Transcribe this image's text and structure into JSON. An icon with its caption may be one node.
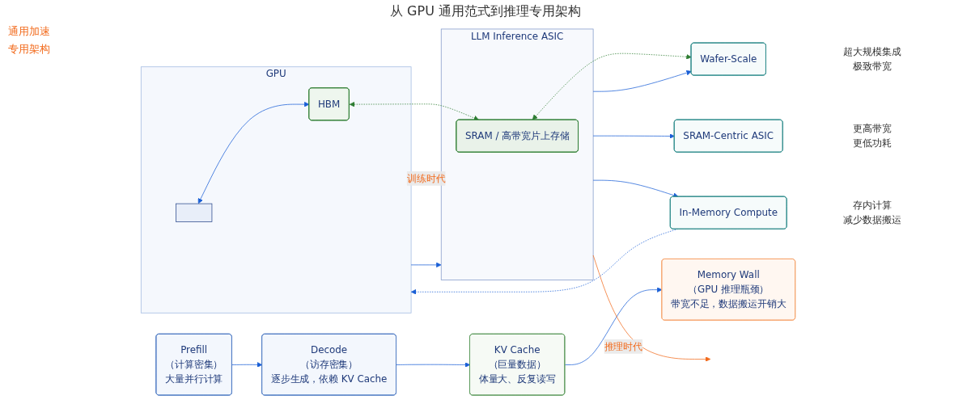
{
  "diagram": {
    "title": "从 GPU 通用范式到推理专用架构",
    "nodes": [
      {
        "text": [
          "GPU"
        ]
      },
      {
        "text": [],
        "shape": "box",
        "in": 0
      },
      {
        "text": [
          "HBM"
        ],
        "in": 0
      },
      {
        "text": [
          "LLM Inference ASIC"
        ]
      },
      {
        "text": [
          "SRAM / 高带宽片上存储"
        ],
        "in": 3
      },
      {
        "text": [
          "SRAM-Centric ASIC"
        ],
        "beside": [
          "更高带宽",
          "更低功耗"
        ]
      },
      {
        "text": [
          "Wafer-Scale"
        ],
        "beside": [
          "超大规模集成",
          "极致带宽"
        ]
      },
      {
        "text": [
          "In-Memory Compute"
        ],
        "beside": [
          "存内计算",
          "减少数据搬运"
        ]
      },
      {
        "text": [
          "Prefill",
          "（计算密集）",
          "大量并行计算"
        ]
      },
      {
        "text": [
          "Decode",
          "（访存密集）",
          "逐步生成，依赖 KV Cache"
        ]
      },
      {
        "text": [
          "KV Cache",
          "（巨量数据）",
          "体量大、反复读写"
        ]
      },
      {
        "text": [
          "Memory Wall",
          "（GPU 推理瓶颈）",
          "带宽不足，数据搬运开销大"
        ]
      }
    ],
    "edges": [
      {
        "from": 1,
        "to": 2,
        "arrow": "both"
      },
      {
        "from": 0,
        "to": 3,
        "arrow": "to",
        "label": "训练时代",
        "style": "dashed",
        "color": "#f26b1d"
      },
      {
        "from": 0,
        "to": 3,
        "arrow": "to"
      },
      {
        "from": 3,
        "to": null,
        "arrow": "to",
        "label": "推理时代",
        "color": "#f26b1d"
      },
      {
        "from": 3,
        "to": 5,
        "arrow": "to"
      },
      {
        "from": 3,
        "to": 6,
        "arrow": "to"
      },
      {
        "from": 3,
        "to": 7,
        "arrow": "to"
      },
      {
        "from": 2,
        "to": 4,
        "arrow": "both",
        "style": "dashed",
        "color": "#2e7d32"
      },
      {
        "from": 4,
        "to": 6,
        "arrow": "both",
        "style": "dashed",
        "color": "#2e7d32"
      },
      {
        "from": 7,
        "to": 0,
        "arrow": "to",
        "style": "dashed"
      },
      {
        "from": 8,
        "to": 9,
        "arrow": "to"
      },
      {
        "from": 9,
        "to": 10,
        "arrow": "to"
      },
      {
        "from": 10,
        "to": 11,
        "arrow": "to"
      }
    ],
    "labels": [
      "通用加速",
      "专用架构"
    ]
  }
}
